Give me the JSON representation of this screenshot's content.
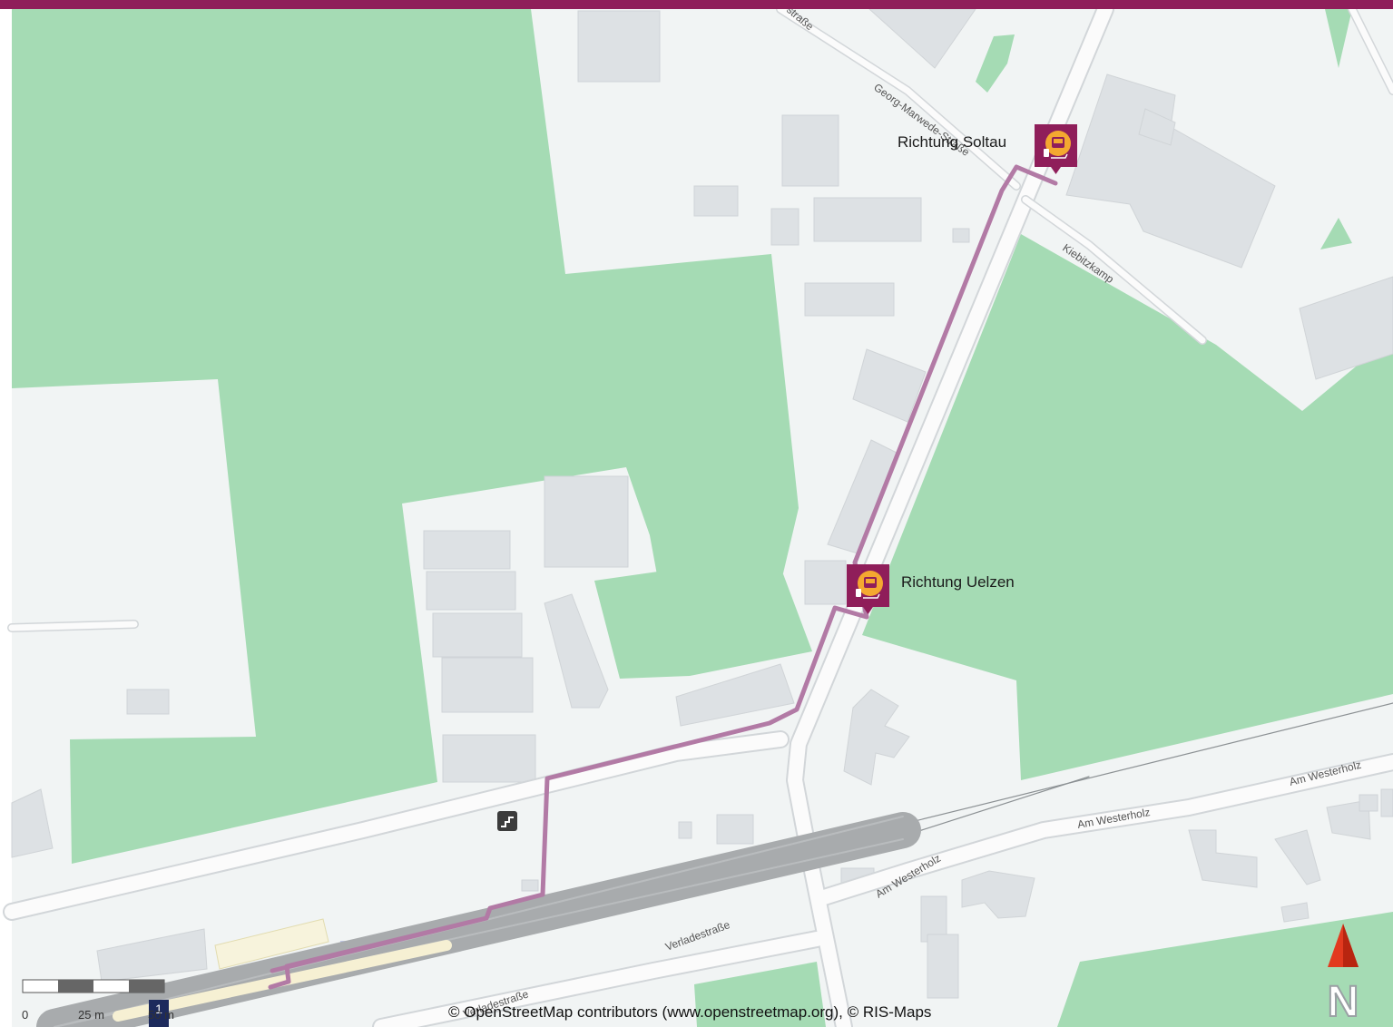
{
  "stops": [
    {
      "label": "Richtung Soltau",
      "icon": "bus-replacement-stop-icon"
    },
    {
      "label": "Richtung Uelzen",
      "icon": "bus-replacement-stop-icon"
    }
  ],
  "streets": {
    "georg": "Georg-Marwede-Straße",
    "georg_top": "straße",
    "kiebitz": "Kiebitzkamp",
    "westerholz_1": "Am Westerholz",
    "westerholz_2": "Am Westerholz",
    "westerholz_3": "Am Westerholz",
    "verlade_1": "Verladestraße",
    "verlade_2": "Verladestraße"
  },
  "scale": {
    "zero": "0",
    "mid": "25 m",
    "end": "50 m"
  },
  "platform_badge": "1",
  "attribution": "© OpenStreetMap contributors (www.openstreetmap.org), © RIS-Maps",
  "north": "N",
  "colors": {
    "brand": "#8f1e5a",
    "route": "#b27aa5",
    "green": "#a5dbb4",
    "land": "#f1f4f4",
    "building": "#dde1e4",
    "track": "#a8abad"
  }
}
